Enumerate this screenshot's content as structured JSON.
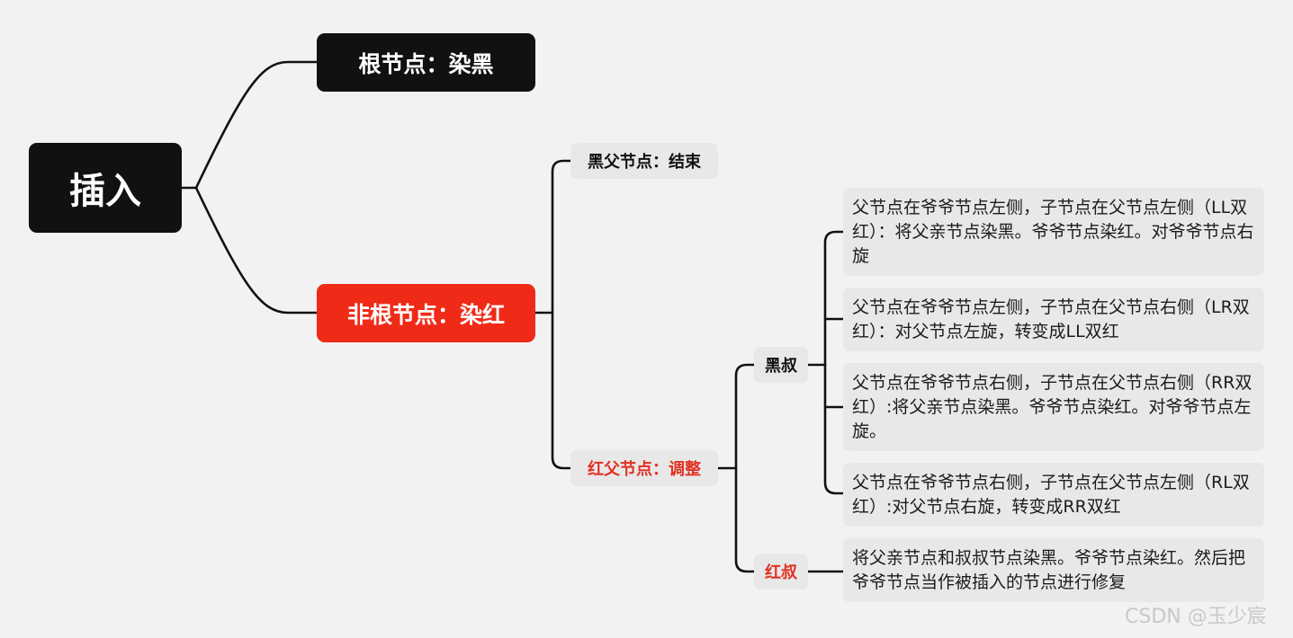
{
  "root": {
    "label": "插入"
  },
  "branches": {
    "root_node": {
      "label": "根节点：染黑"
    },
    "non_root_node": {
      "label": "非根节点：染红"
    }
  },
  "parent": {
    "black": {
      "label": "黑父节点：结束"
    },
    "red": {
      "label": "红父节点：调整"
    }
  },
  "uncle": {
    "black": {
      "label": "黑叔"
    },
    "red": {
      "label": "红叔"
    }
  },
  "cases": {
    "ll": "父节点在爷爷节点左侧，子节点在父节点左侧（LL双红）：将父亲节点染黑。爷爷节点染红。对爷爷节点右旋",
    "lr": "父节点在爷爷节点左侧，子节点在父节点右侧（LR双红）：对父节点左旋，转变成LL双红",
    "rr": "父节点在爷爷节点右侧，子节点在父节点右侧（RR双红）:将父亲节点染黑。爷爷节点染红。对爷爷节点左旋。",
    "rl": "父节点在爷爷节点右侧，子节点在父节点左侧（RL双红）:对父节点右旋，转变成RR双红",
    "red_uncle": "将父亲节点和叔叔节点染黑。爷爷节点染红。然后把爷爷节点当作被插入的节点进行修复"
  },
  "watermark": "CSDN @玉少宸",
  "colors": {
    "background": "#f2f2f2",
    "dark_node": "#111111",
    "red_node": "#ef2b18",
    "red_text": "#e23122",
    "tag_background": "#e8e8e8",
    "connector": "#111111"
  }
}
